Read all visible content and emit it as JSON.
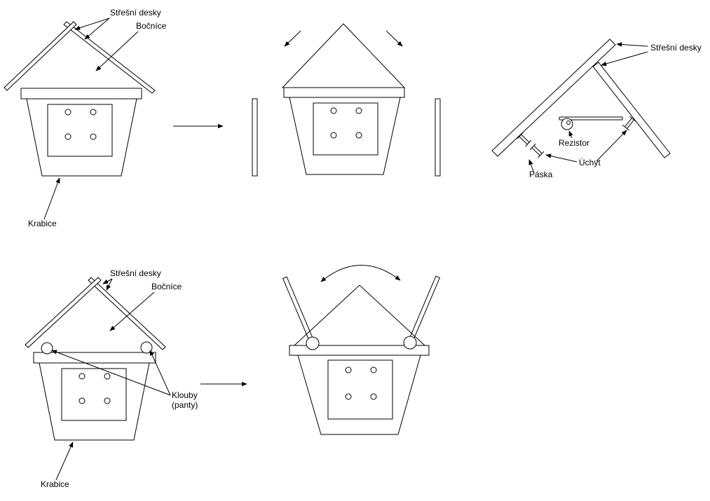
{
  "colors": {
    "line": "#000000",
    "background": "#ffffff"
  },
  "figures": {
    "assembled": {
      "labels": {
        "roof": "Střešní desky",
        "sides": "Bočníce",
        "box": "Krabice"
      }
    },
    "roof_detail": {
      "labels": {
        "roof": "Střešní desky",
        "resistor": "Rezistor",
        "holder": "Úchyt",
        "tape": "Páska"
      }
    },
    "hinged": {
      "labels": {
        "roof": "Střešní desky",
        "sides": "Bočníce",
        "hinges_line1": "Klouby",
        "hinges_line2": "(panty)",
        "box": "Krabice"
      }
    }
  }
}
